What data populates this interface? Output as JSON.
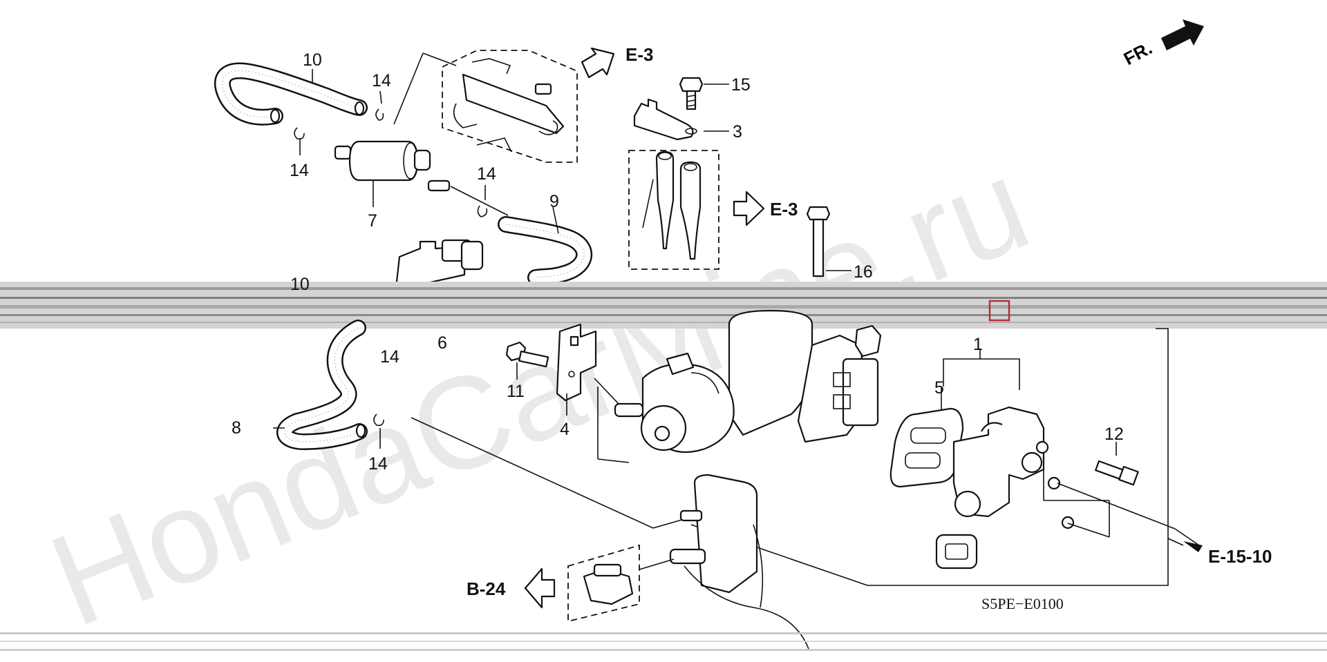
{
  "diagram": {
    "code": "S5PE−E0100",
    "front_indicator": "FR.",
    "watermark": "HondaCarMine.ru",
    "parts": [
      {
        "id": "1",
        "label": "1"
      },
      {
        "id": "3",
        "label": "3"
      },
      {
        "id": "4",
        "label": "4"
      },
      {
        "id": "5",
        "label": "5"
      },
      {
        "id": "6",
        "label": "6"
      },
      {
        "id": "7",
        "label": "7"
      },
      {
        "id": "8",
        "label": "8"
      },
      {
        "id": "9",
        "label": "9"
      },
      {
        "id": "10",
        "label": "10"
      },
      {
        "id": "11a",
        "label": "11"
      },
      {
        "id": "11b",
        "label": "11"
      },
      {
        "id": "12",
        "label": "12"
      },
      {
        "id": "14a",
        "label": "14"
      },
      {
        "id": "14b",
        "label": "14"
      },
      {
        "id": "14c",
        "label": "14"
      },
      {
        "id": "14d",
        "label": "14"
      },
      {
        "id": "14e",
        "label": "14"
      },
      {
        "id": "15",
        "label": "15"
      },
      {
        "id": "16",
        "label": "16"
      }
    ],
    "references": [
      {
        "id": "e3-top",
        "label": "E-3"
      },
      {
        "id": "e3-mid",
        "label": "E-3"
      },
      {
        "id": "b24",
        "label": "B-24"
      },
      {
        "id": "e1510",
        "label": "E-15-10"
      }
    ]
  }
}
